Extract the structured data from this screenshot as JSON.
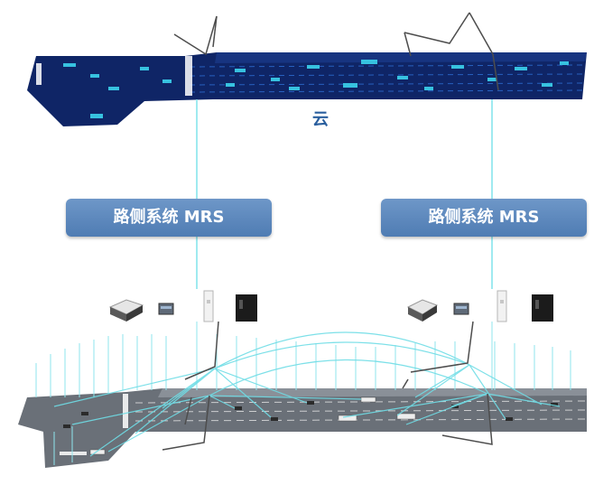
{
  "cloud": {
    "label": "云"
  },
  "mrs_labels": [
    "路侧系统 MRS",
    "路侧系统 MRS"
  ],
  "devices": {
    "left": [
      "edge-computer-icon",
      "switch-icon",
      "rsu-antenna-icon",
      "cabinet-icon"
    ],
    "right": [
      "edge-computer-icon",
      "switch-icon",
      "rsu-antenna-icon",
      "cabinet-icon"
    ]
  },
  "colors": {
    "cloud_road": "#0f2566",
    "cloud_lane": "#2d6fd6",
    "link_line": "#7fe3ea",
    "mrs_box": "#5f8ac0",
    "cloud_text": "#2a5f9e",
    "physical_road": "#6a7078"
  }
}
